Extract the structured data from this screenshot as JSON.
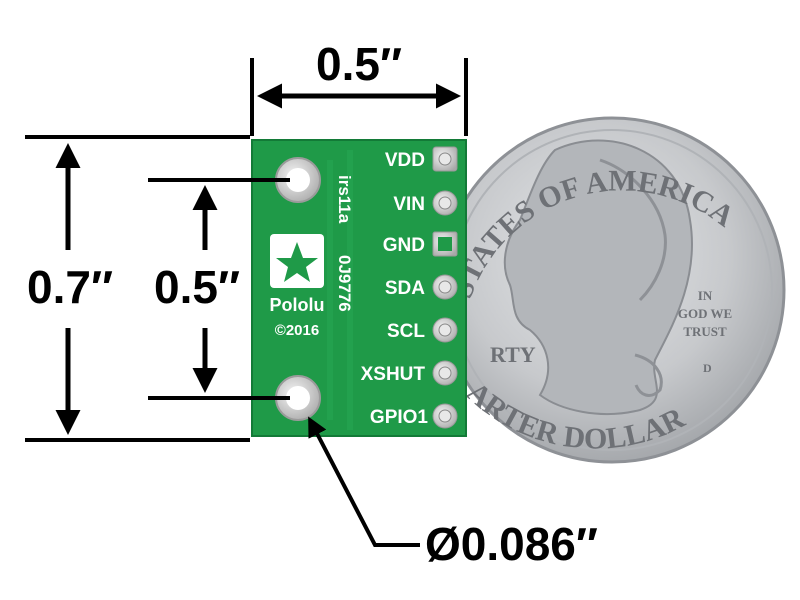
{
  "image": {
    "description_labels": {
      "width_dimension": "0.5″",
      "height_dimension": "0.7″",
      "hole_spacing_dimension": "0.5″",
      "hole_diameter_dimension": "Ø0.086″"
    },
    "board": {
      "pins": [
        "VDD",
        "VIN",
        "GND",
        "SDA",
        "SCL",
        "XSHUT",
        "GPIO1"
      ],
      "vertical_text_1": "irs11a",
      "vertical_text_2": "0J9776",
      "brand": "Pololu",
      "copyright": "©2016"
    },
    "coin": {
      "top_legend": "STATES OF AMERICA",
      "motto": [
        "IN",
        "GOD WE",
        "TRUST"
      ],
      "liberty_fragment": "RTY",
      "bottom_legend": "ARTER DOLLAR",
      "mint_mark": "D"
    },
    "colors": {
      "pcb_green": "#1f9a48",
      "pcb_dark": "#137a37",
      "pad_silver": "#d9d9d9",
      "coin_silver": "#c7c9cc",
      "annotation": "#000000"
    }
  }
}
